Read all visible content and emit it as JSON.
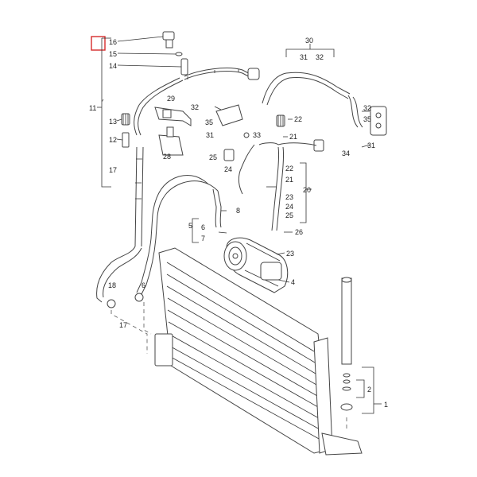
{
  "highlight_color": "#d62a2a",
  "labels": {
    "p1": "1",
    "p2": "2",
    "p4": "4",
    "p5": "5",
    "p6a": "6",
    "p6b": "6",
    "p7": "7",
    "p8": "8",
    "p11": "11",
    "p12": "12",
    "p13": "13",
    "p14": "14",
    "p15": "15",
    "p16": "16",
    "p17a": "17",
    "p17b": "17",
    "p18": "18",
    "p20": "20",
    "p21a": "21",
    "p21b": "21",
    "p22a": "22",
    "p22b": "22",
    "p23a": "23",
    "p23b": "23",
    "p24a": "24",
    "p24b": "24",
    "p25a": "25",
    "p25b": "25",
    "p26": "26",
    "p28": "28",
    "p29": "29",
    "p30": "30",
    "p31a": "31",
    "p31b": "31",
    "p32a": "32",
    "p32b": "32",
    "p32c": "32",
    "p33": "33",
    "p34": "34",
    "p35": "35"
  }
}
